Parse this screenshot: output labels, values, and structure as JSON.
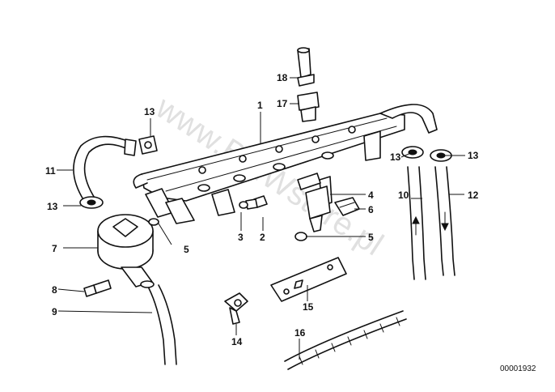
{
  "watermark": "www.BMWstore.pl",
  "doc_number": "00001932",
  "callouts": {
    "c1": "1",
    "c2": "2",
    "c3": "3",
    "c4": "4",
    "c5a": "5",
    "c5b": "5",
    "c6": "6",
    "c7": "7",
    "c8": "8",
    "c9": "9",
    "c10": "10",
    "c11": "11",
    "c12": "12",
    "c13a": "13",
    "c13b": "13",
    "c13c": "13",
    "c13d": "13",
    "c14": "14",
    "c15": "15",
    "c16": "16",
    "c17": "17",
    "c18": "18"
  },
  "colors": {
    "line": "#111111",
    "paper": "#ffffff",
    "watermark": "#c8c8c8"
  }
}
